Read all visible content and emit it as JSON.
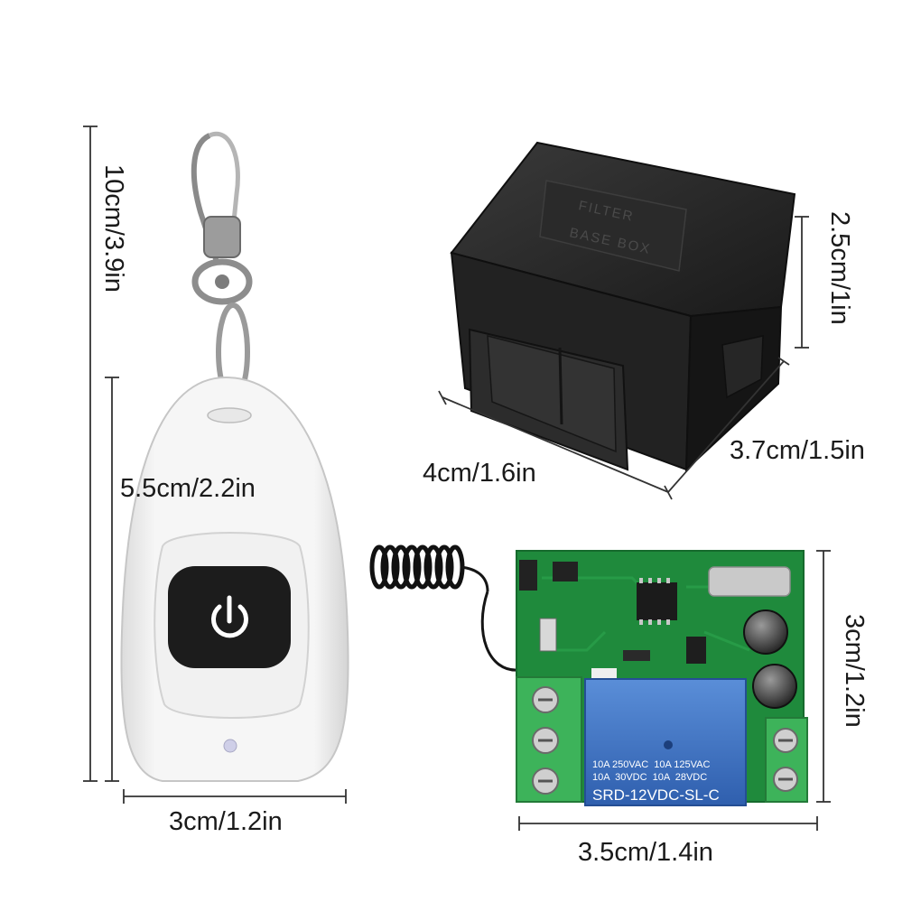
{
  "dimensions": {
    "remote_height": "10cm/3.9in",
    "remote_body_height": "5.5cm/2.2in",
    "remote_width": "3cm/1.2in",
    "case_height": "2.5cm/1in",
    "case_length": "4cm/1.6in",
    "case_depth": "3.7cm/1.5in",
    "board_height": "3cm/1.2in",
    "board_width": "3.5cm/1.4in"
  },
  "relay_markings": {
    "line1": "10A 250VAC  10A 125VAC",
    "line2": "10A  30VDC  10A  28VDC",
    "model": "SRD-12VDC-SL-C"
  },
  "case_markings": {
    "line1": "FILTER",
    "line2": "BASE BOX"
  },
  "colors": {
    "remote_body": "#f4f4f4",
    "button_black": "#1a1a1a",
    "case_black": "#1c1c1c",
    "pcb_green": "#1f8a3c",
    "terminal_green": "#3db35a",
    "relay_blue": "#3a6fc4"
  }
}
